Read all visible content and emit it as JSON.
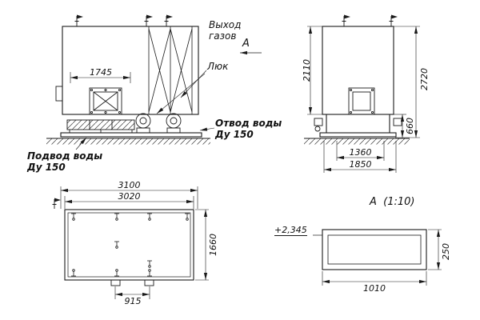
{
  "sheet": {
    "background": "#ffffff",
    "line_color": "#1a1a1a"
  },
  "front_view": {
    "dim_hatch_spacing": "1745",
    "label_gas_outlet": "Выход\nгазов",
    "view_arrow_label": "А",
    "label_manhole": "Люк",
    "label_water_outlet": "Отвод воды\nДу 150",
    "label_water_inlet": "Подвод воды\nДу 150"
  },
  "side_view": {
    "dim_body_height": "2110",
    "dim_overall_height": "2720",
    "dim_base_height": "660",
    "dim_inner_width": "1360",
    "dim_base_width": "1850"
  },
  "top_view": {
    "dim_overall_length": "3100",
    "dim_body_length": "3020",
    "dim_width": "1660",
    "dim_support_spacing": "915"
  },
  "section_view": {
    "title": "А  (1:10)",
    "elevation": "+2,345",
    "dim_length": "1010",
    "dim_height": "250"
  }
}
